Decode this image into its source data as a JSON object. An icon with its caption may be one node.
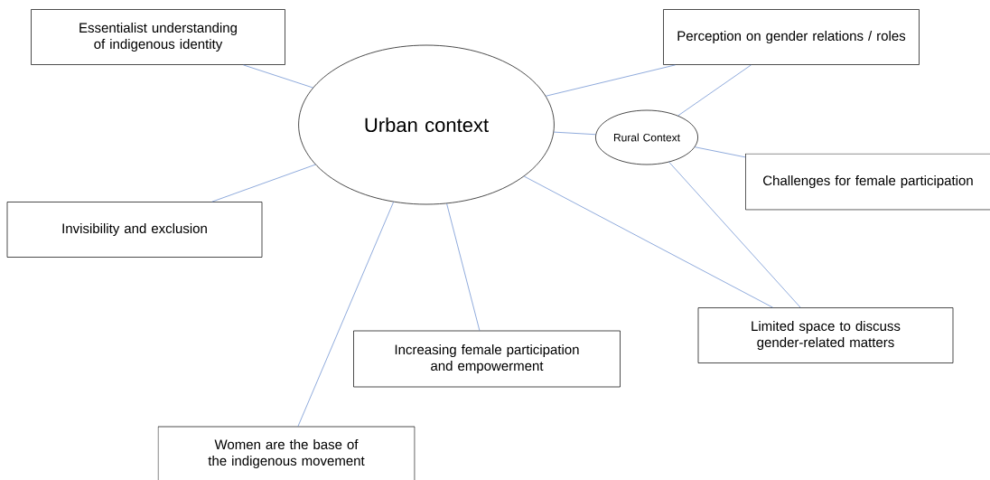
{
  "diagram": {
    "nodes": [
      {
        "text": [
          "Urban context"
        ]
      },
      {
        "text": [
          "Essentialist understanding of indigenous identity"
        ]
      },
      {
        "text": [
          "Perception on gender relations / roles"
        ]
      },
      {
        "text": [
          "Rural Context"
        ]
      },
      {
        "text": [
          "Challenges for female participation"
        ]
      },
      {
        "text": [
          "Invisibility and exclusion"
        ]
      },
      {
        "text": [
          "Increasing female participation and empowerment"
        ]
      },
      {
        "text": [
          "Limited space to discuss gender-related matters"
        ]
      },
      {
        "text": [
          "Women are the base of the indigenous movement"
        ]
      }
    ],
    "edges": [
      {
        "from": 0,
        "to": 1,
        "arrow": "none"
      },
      {
        "from": 0,
        "to": 2,
        "arrow": "none"
      },
      {
        "from": 3,
        "to": 2,
        "arrow": "none"
      },
      {
        "from": 0,
        "to": 3,
        "arrow": "none"
      },
      {
        "from": 3,
        "to": 4,
        "arrow": "none"
      },
      {
        "from": 0,
        "to": 5,
        "arrow": "none"
      },
      {
        "from": 0,
        "to": 8,
        "arrow": "none"
      },
      {
        "from": 0,
        "to": 6,
        "arrow": "none"
      },
      {
        "from": 0,
        "to": 7,
        "arrow": "none"
      },
      {
        "from": 3,
        "to": 7,
        "arrow": "none"
      }
    ]
  }
}
